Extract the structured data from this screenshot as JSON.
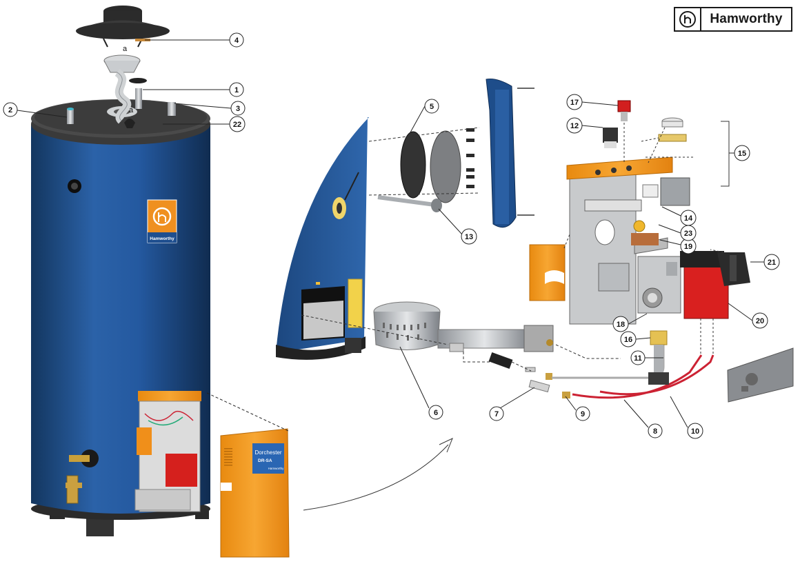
{
  "brand": {
    "name": "Hamworthy",
    "badge_text": "Hamworthy"
  },
  "cover_panel": {
    "model_name": "Dorchester",
    "model_code": "DR-SA",
    "badge_text": "Hamworthy"
  },
  "detail_labels": [
    {
      "id": "a-top",
      "text": "a"
    },
    {
      "id": "a-lower",
      "text": "a"
    }
  ],
  "callouts": [
    {
      "id": "1",
      "text": "1"
    },
    {
      "id": "2",
      "text": "2"
    },
    {
      "id": "3",
      "text": "3"
    },
    {
      "id": "4",
      "text": "4"
    },
    {
      "id": "5",
      "text": "5"
    },
    {
      "id": "6",
      "text": "6"
    },
    {
      "id": "7",
      "text": "7"
    },
    {
      "id": "8",
      "text": "8"
    },
    {
      "id": "9",
      "text": "9"
    },
    {
      "id": "10",
      "text": "10"
    },
    {
      "id": "11",
      "text": "11"
    },
    {
      "id": "12",
      "text": "12"
    },
    {
      "id": "13",
      "text": "13"
    },
    {
      "id": "14",
      "text": "14"
    },
    {
      "id": "15",
      "text": "15"
    },
    {
      "id": "16",
      "text": "16"
    },
    {
      "id": "17",
      "text": "17"
    },
    {
      "id": "18",
      "text": "18"
    },
    {
      "id": "19",
      "text": "19"
    },
    {
      "id": "20",
      "text": "20"
    },
    {
      "id": "21",
      "text": "21"
    },
    {
      "id": "22",
      "text": "22"
    },
    {
      "id": "23",
      "text": "23"
    }
  ],
  "colors": {
    "tank_blue": "#1f4f8f",
    "tank_dark": "#153a6b",
    "orange": "#f39a1e",
    "red_box": "#d9201f",
    "steel": "#b9bcc0",
    "leader": "#222222"
  }
}
